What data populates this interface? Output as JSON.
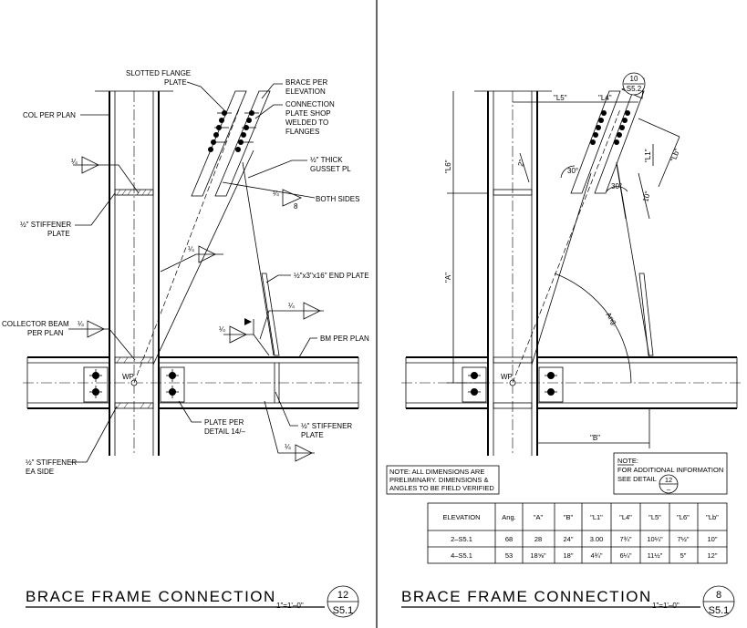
{
  "left_detail": {
    "callouts": {
      "slotted_flange_plate": [
        "SLOTTED FLANGE",
        "PLATE"
      ],
      "brace_per_elevation": [
        "BRACE PER",
        "ELEVATION"
      ],
      "connection_plate": [
        "CONNECTION",
        "PLATE SHOP",
        "WELDED TO",
        "FLANGES"
      ],
      "col_per_plan": "COL PER PLAN",
      "gusset_pl": [
        "½\" THICK",
        "GUSSET PL"
      ],
      "weld_both_sides_size": "¼",
      "weld_both_sides_length": "8",
      "both_sides": "BOTH SIDES",
      "stiffener_plate": [
        "½\" STIFFENER",
        "PLATE"
      ],
      "end_plate": "½\"x3\"x16\" END PLATE",
      "collector_beam": [
        "COLLECTOR BEAM",
        "PER PLAN"
      ],
      "bm_per_plan": "BM PER PLAN",
      "wp": "WP",
      "plate_per_detail": [
        "PLATE PER",
        "DETAIL 14/–"
      ],
      "stiffener_plate_right": [
        "½\" STIFFENER",
        "PLATE"
      ],
      "stiffener_ea_side": [
        "½\" STIFFENER",
        "EA SIDE"
      ],
      "weld_size": "¼"
    },
    "title": "BRACE FRAME CONNECTION",
    "scale": "1\"=1'–0\"",
    "bubble_top": "12",
    "bubble_bottom": "S5.1"
  },
  "right_detail": {
    "dims": {
      "l5": "\"L5\"",
      "l4": "\"L4\"",
      "l1": "\"L1\"",
      "lb": "\"Lb\"",
      "l6": "\"L6\"",
      "two": "2\"",
      "thirty_a": "30°",
      "thirty_b": "30°",
      "ten": "10\"",
      "a": "\"A\"",
      "ang": "Ang.",
      "b": "\"B\"",
      "wp": "WP"
    },
    "section_tag": {
      "top": "10",
      "bottom": "S5.2"
    },
    "note_left": [
      "NOTE: ALL DIMENSIONS ARE",
      "PRELIMINARY. DIMENSIONS &",
      "ANGLES TO BE FIELD VERIFIED"
    ],
    "note_right": {
      "label": "NOTE:",
      "lines": [
        "FOR ADDITIONAL INFORMATION",
        "SEE DETAIL"
      ],
      "detail_top": "12",
      "detail_bottom": "–"
    },
    "table": {
      "headers": [
        "ELEVATION",
        "Ang.",
        "\"A\"",
        "\"B\"",
        "\"L1\"",
        "\"L4\"",
        "\"L5\"",
        "\"L6\"",
        "\"Lb\""
      ],
      "rows": [
        [
          "2–S5.1",
          "68",
          "28",
          "24\"",
          "3.00",
          "7¾\"",
          "10¼\"",
          "7½\"",
          "10\""
        ],
        [
          "4–S5.1",
          "53",
          "18⅝\"",
          "18\"",
          "4¾\"",
          "6¼\"",
          "11½\"",
          "5\"",
          "12\""
        ]
      ]
    },
    "title": "BRACE FRAME CONNECTION",
    "scale": "1\"=1'–0\"",
    "bubble_top": "8",
    "bubble_bottom": "S5.1"
  }
}
